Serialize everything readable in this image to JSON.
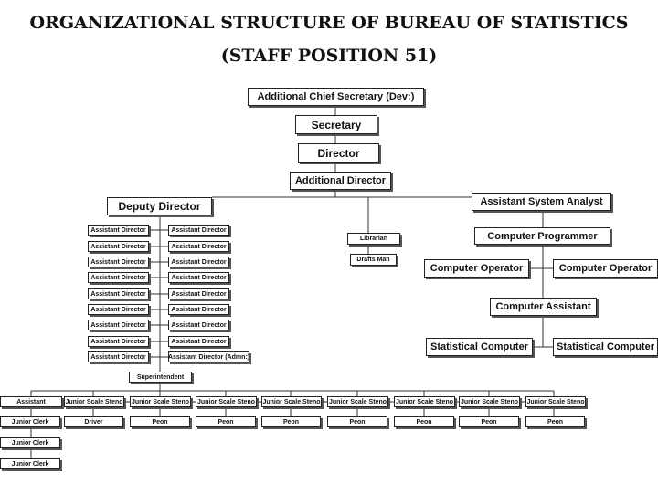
{
  "title": {
    "line1": "ORGANIZATIONAL STRUCTURE OF BUREAU OF STATISTICS",
    "line2": "(STAFF POSITION 51)"
  },
  "top_chain": {
    "acs": "Additional Chief Secretary (Dev:)",
    "secretary": "Secretary",
    "director": "Director",
    "additional_director": "Additional Director"
  },
  "deputy_director": "Deputy Director",
  "assistant_directors_left": [
    "Assistant Director",
    "Assistant Director",
    "Assistant Director",
    "Assistant Director",
    "Assistant Director",
    "Assistant Director",
    "Assistant Director",
    "Assistant Director",
    "Assistant Director"
  ],
  "assistant_directors_right": [
    "Assistant Director",
    "Assistant Director",
    "Assistant Director",
    "Assistant Director",
    "Assistant Director",
    "Assistant Director",
    "Assistant Director",
    "Assistant Director",
    "Assistant Director (Admn:)"
  ],
  "librarian": "Librarian",
  "drafts_man": "Drafts Man",
  "it_branch": {
    "asa": "Assistant System Analyst",
    "programmer": "Computer Programmer",
    "operator_left": "Computer Operator",
    "operator_right": "Computer Operator",
    "assistant": "Computer Assistant",
    "stat_left": "Statistical Computer",
    "stat_right": "Statistical Computer"
  },
  "superintendent": "Superintendent",
  "bottom_row": [
    "Assistant",
    "Junior Scale Steno",
    "Junior Scale Steno",
    "Junior Scale Steno",
    "Junior Scale Steno",
    "Junior Scale Steno",
    "Junior Scale Steno",
    "Junior Scale Steno",
    "Junior Scale Steno"
  ],
  "sub_row": [
    "Junior Clerk",
    "Driver",
    "Peon",
    "Peon",
    "Peon",
    "Peon",
    "Peon",
    "Peon",
    "Peon"
  ],
  "junior_clerks_extra": [
    "Junior Clerk",
    "Junior Clerk"
  ]
}
